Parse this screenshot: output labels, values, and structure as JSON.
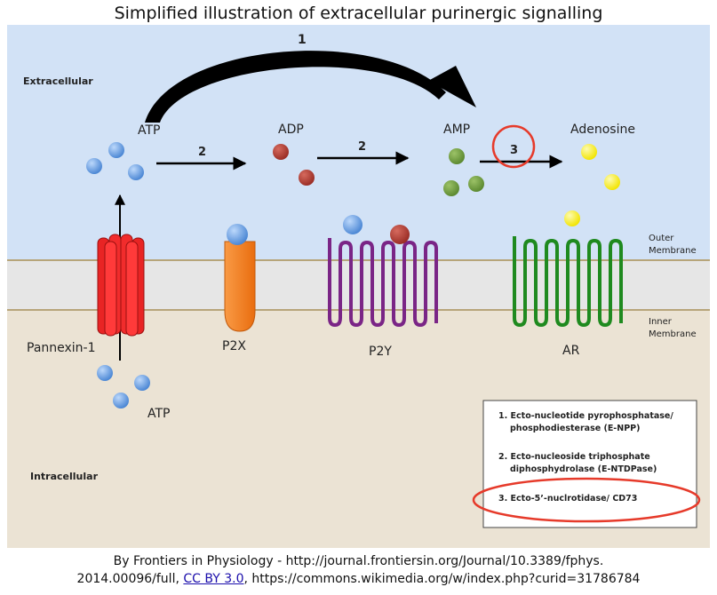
{
  "title": "Simplified illustration of extracellular purinergic signalling",
  "regions": {
    "extracellular": "Extracellular",
    "intracellular": "Intracellular",
    "outer_membrane": [
      "Outer",
      "Membrane"
    ],
    "inner_membrane": [
      "Inner",
      "Membrane"
    ]
  },
  "molecules": {
    "atp": "ATP",
    "adp": "ADP",
    "amp": "AMP",
    "adenosine": "Adenosine",
    "atp_intracellular": "ATP"
  },
  "receptors": {
    "pannexin": "Pannexin-1",
    "p2x": "P2X",
    "p2y": "P2Y",
    "ar": "AR"
  },
  "steps": {
    "one": "1",
    "two_a": "2",
    "two_b": "2",
    "three": "3"
  },
  "legend": {
    "item1": [
      "1.  Ecto-nucleotide pyrophosphatase/",
      "phosphodiesterase (E-NPP)"
    ],
    "item2": [
      "2.  Ecto-nucleoside triphosphate",
      "diphosphydrolase (E-NTDPase)"
    ],
    "item3": "3.  Ecto-5’-nuclrotidase/ CD73"
  },
  "credit": {
    "line1": "By Frontiers in Physiology - http://journal.frontiersin.org/Journal/10.3389/fphys.",
    "line2_before": "2014.00096/full, ",
    "link": "CC BY 3.0",
    "line2_after": ", https://commons.wikimedia.org/w/index.php?curid=31786784"
  },
  "colors": {
    "extracellular_bg": "#d2e2f6",
    "membrane_bg": "#e6e6e6",
    "intracellular_bg": "#ebe3d4",
    "atp": "#5e9be3",
    "adp": "#b33a30",
    "amp": "#6c9a3c",
    "adenosine": "#f6ee1e",
    "pannexin": "#ee2222",
    "p2x": "#f57d1b",
    "p2y": "#7a2586",
    "ar": "#1f8a1f",
    "highlight": "#e63a2a",
    "link": "#1a0dab"
  }
}
